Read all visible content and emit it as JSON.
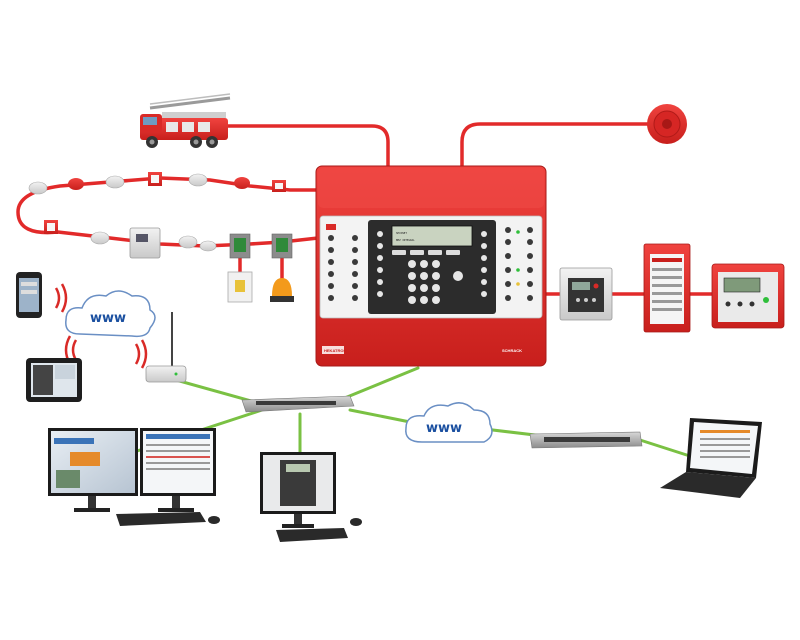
{
  "cloud_labels": {
    "left": "www",
    "center": "www"
  },
  "panel": {
    "brand": "HEKATRON",
    "sub_brand": "SCHRACK",
    "lcd_line_1": "SECONET",
    "lcd_line_2": "BMZ INTEGRAL"
  },
  "colors": {
    "alarm_red": "#e8312f",
    "alarm_wire": "#e22a2a",
    "network_green": "#7ac143",
    "panel_dark": "#2c2c2c",
    "cloud_blue": "#1a4fa0"
  },
  "icons": [
    "fire-truck-icon",
    "siren-icon",
    "smoke-detector-icon",
    "heat-detector-icon",
    "manual-call-point-icon",
    "beacon-icon",
    "smartphone-icon",
    "tablet-icon",
    "wireless-router-icon",
    "network-switch-icon",
    "dual-monitor-workstation-icon",
    "single-monitor-workstation-icon",
    "laptop-icon",
    "remote-display-panel-icon",
    "fire-brigade-panel-icon",
    "fire-indicator-panel-icon",
    "cloud-icon"
  ]
}
